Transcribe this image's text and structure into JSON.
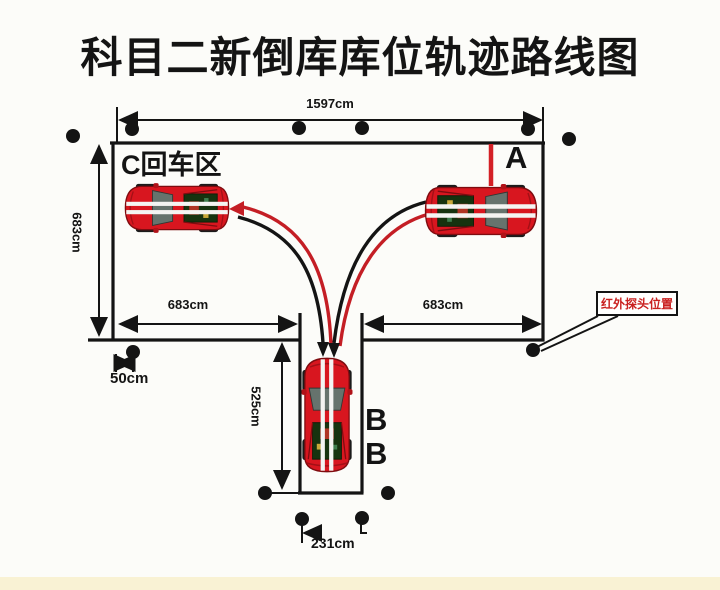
{
  "title": "科目二新倒库库位轨迹路线图",
  "diagram": {
    "dimensions": {
      "top_width": "1597cm",
      "left_height": "683cm",
      "left_span": "683cm",
      "right_span": "683cm",
      "probe_offset": "50cm",
      "slot_depth": "525cm",
      "slot_width": "231cm"
    },
    "zones": {
      "c_area_label": "C回车区",
      "a_label": "A",
      "b_label_1": "B",
      "b_label_2": "B"
    },
    "probe_label": "红外探头位置",
    "colors": {
      "line_black": "#141414",
      "trajectory_red": "#c41e25",
      "car_red": "#d8161f",
      "probe_text_red": "#c9201f"
    }
  }
}
